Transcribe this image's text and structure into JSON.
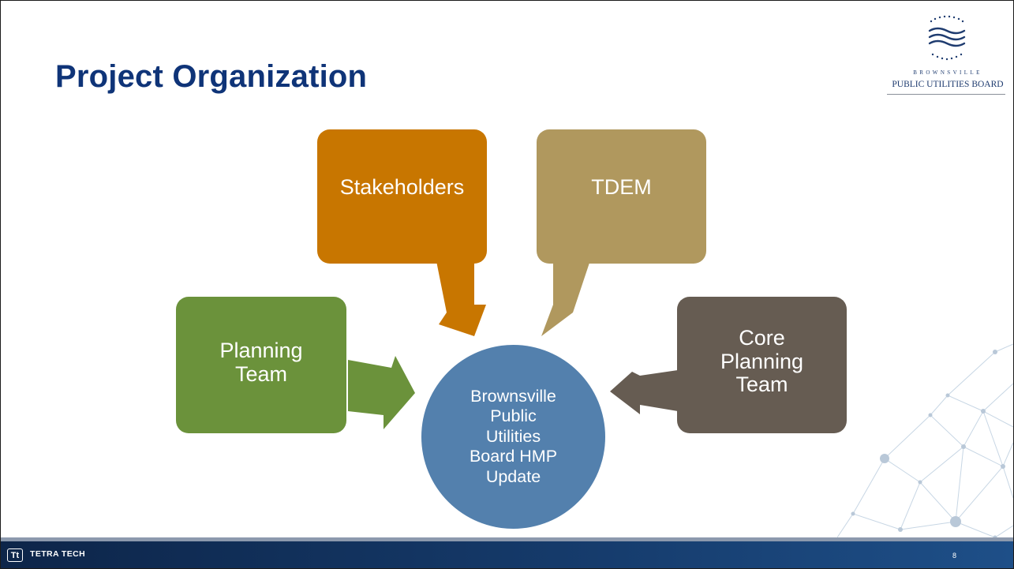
{
  "slide": {
    "title": "Project Organization",
    "page_number": "8"
  },
  "logo": {
    "line1": "BROWNSVILLE",
    "line2": "PUBLIC UTILITIES BOARD"
  },
  "footer": {
    "company_mark": "Tt",
    "company_name": "TETRA TECH"
  },
  "diagram": {
    "hub": {
      "label": "Brownsville\nPublic\nUtilities\nBoard HMP\nUpdate",
      "color": "#5380ad"
    },
    "nodes": {
      "stakeholders": {
        "label": "Stakeholders",
        "color": "#c87600"
      },
      "tdem": {
        "label": "TDEM",
        "color": "#b0985e"
      },
      "planning_team": {
        "label": "Planning\nTeam",
        "color": "#6b923b"
      },
      "core_planning_team": {
        "label": "Core\nPlanning\nTeam",
        "color": "#665c52"
      }
    }
  }
}
